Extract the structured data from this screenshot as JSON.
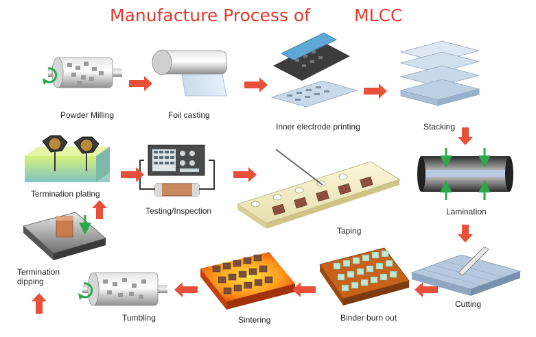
{
  "title": {
    "part1": "Manufacture Process of",
    "part2": "MLCC"
  },
  "steps": [
    {
      "id": "powder-milling",
      "label": "Powder Milling"
    },
    {
      "id": "foil-casting",
      "label": "Foil casting"
    },
    {
      "id": "inner-electrode-printing",
      "label": "Inner electrode printing"
    },
    {
      "id": "stacking",
      "label": "Stacking"
    },
    {
      "id": "lamination",
      "label": "Lamination"
    },
    {
      "id": "cutting",
      "label": "Cutting"
    },
    {
      "id": "binder-burn-out",
      "label": "Binder burn out"
    },
    {
      "id": "sintering",
      "label": "Sintering"
    },
    {
      "id": "tumbling",
      "label": "Tumbling"
    },
    {
      "id": "termination-dipping",
      "label": "Termination dipping"
    },
    {
      "id": "termination-plating",
      "label": "Termination plating"
    },
    {
      "id": "testing-inspection",
      "label": "Testing/Inspection"
    },
    {
      "id": "taping",
      "label": "Taping"
    }
  ],
  "colors": {
    "title": "#e23a2f",
    "arrow": "#e8503a",
    "green_arrow": "#2aa84a",
    "label": "#222222"
  },
  "icons": [
    "rotate-arrow-icon",
    "flow-arrow-icon"
  ]
}
